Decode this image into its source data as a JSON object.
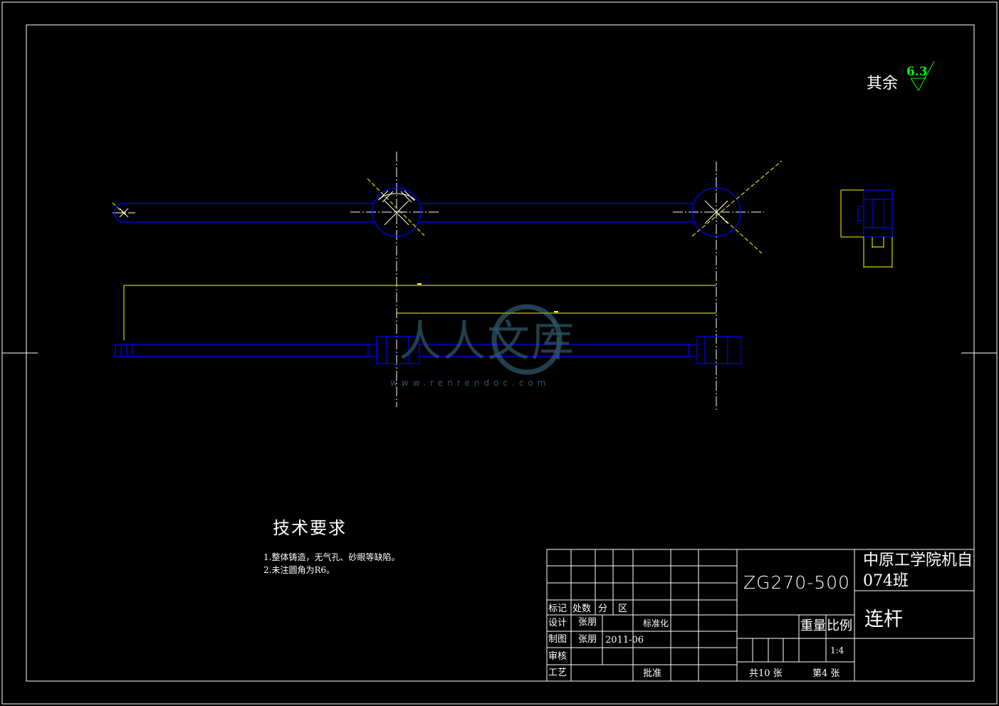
{
  "roughness": {
    "prefix": "其余",
    "value": "6.3"
  },
  "tech_requirements": {
    "title": "技术要求",
    "items": [
      "1.整体铸造，无气孔、砂眼等缺陷。",
      "2.未注圆角为R6。"
    ]
  },
  "title_block": {
    "material": "ZG270-500",
    "school_line1": "中原工学院机自",
    "school_line2": "074班",
    "part_name": "连杆",
    "row_labels": [
      "标记",
      "处数",
      "分",
      "区"
    ],
    "design": {
      "label": "设计",
      "name": "张朋",
      "std_label": "标准化"
    },
    "draw": {
      "label": "制图",
      "name": "张朋",
      "date": "2011-06"
    },
    "review": {
      "label": "审核"
    },
    "process": {
      "label": "工艺",
      "approve_label": "批准"
    },
    "weight_label": "重量",
    "scale_label": "比例",
    "scale_value": "1:4",
    "sheets_total": "共10 张",
    "sheet_no": "第4 张"
  },
  "watermark": {
    "text": "人人文库",
    "url": "www.renrendoc.com"
  },
  "colors": {
    "outline": "#0000ff",
    "dimension": "#ffff00",
    "border": "#ffffff",
    "roughness": "#00ff00",
    "background": "#000000"
  }
}
